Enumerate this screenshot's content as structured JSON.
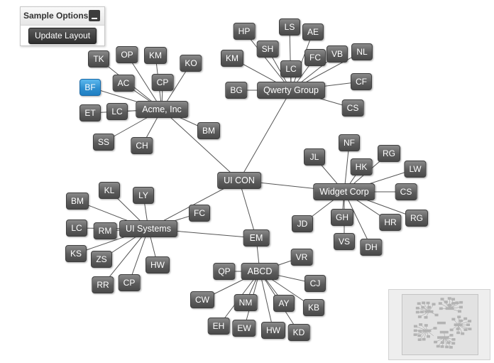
{
  "options_panel": {
    "title": "Sample Options:",
    "collapse_icon": "minus-icon",
    "update_button_label": "Update Layout"
  },
  "colors": {
    "node": "#5c5c5c",
    "node_selected": "#2e8fd0",
    "edge": "#555555",
    "overview_node": "#b3b3b3"
  },
  "graph": {
    "hubs": [
      {
        "label": "UI CON",
        "children": [
          "Acme, Inc",
          "Qwerty Group",
          "Widget Corp",
          "UI Systems",
          "EM"
        ]
      },
      {
        "label": "Acme, Inc",
        "children": [
          "TK",
          "OP",
          "KM",
          "KO",
          "BF",
          "AC",
          "CP",
          "ET",
          "LC",
          "SS",
          "CH",
          "BM"
        ]
      },
      {
        "label": "Qwerty Group",
        "children": [
          "HP",
          "LS",
          "AE",
          "KM",
          "SH",
          "LC",
          "FC",
          "VB",
          "NL",
          "BG",
          "CF",
          "CS"
        ]
      },
      {
        "label": "Widget Corp",
        "children": [
          "JL",
          "NF",
          "RG",
          "HK",
          "LW",
          "CS",
          "GH",
          "JD",
          "VS",
          "DH",
          "HR",
          "RG"
        ]
      },
      {
        "label": "UI Systems",
        "children": [
          "KL",
          "LY",
          "BM",
          "FC",
          "LC",
          "RM",
          "KS",
          "ZS",
          "RR",
          "CP",
          "HW",
          "EM"
        ]
      },
      {
        "label": "EM",
        "children": [
          "ABCD"
        ]
      },
      {
        "label": "ABCD",
        "children": [
          "QP",
          "VR",
          "CJ",
          "CW",
          "NM",
          "AY",
          "KB",
          "EH",
          "EW",
          "HW",
          "KD"
        ]
      }
    ],
    "selected": "BF"
  }
}
